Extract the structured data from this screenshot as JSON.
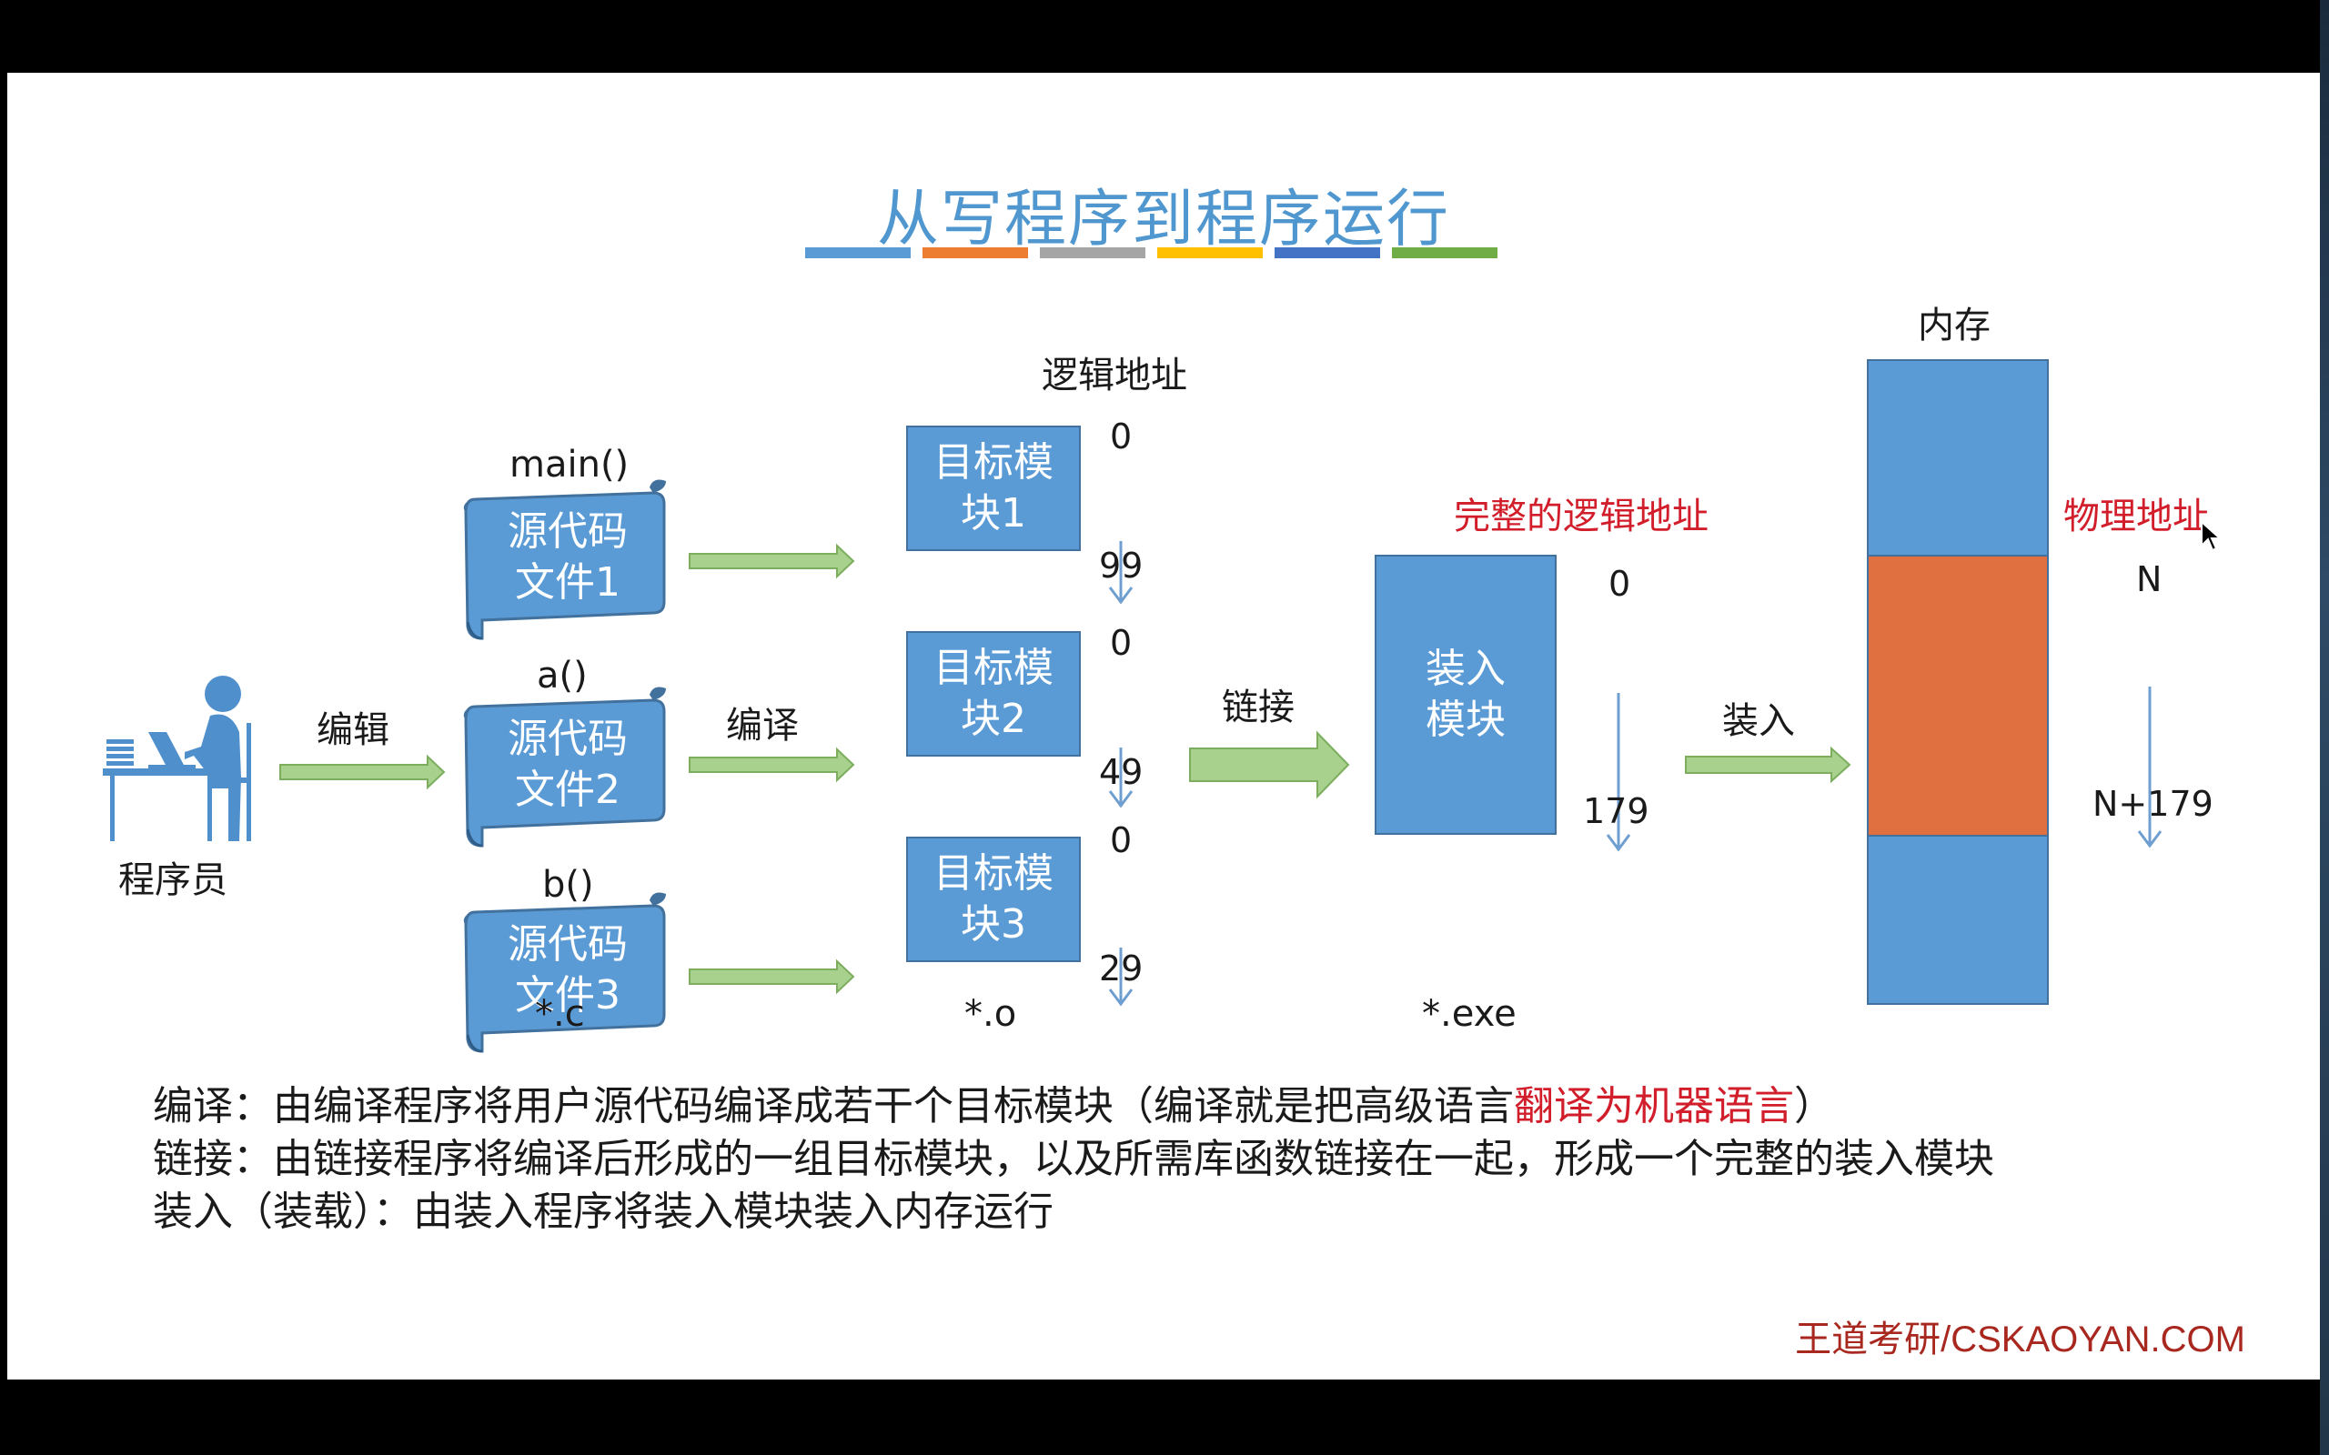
{
  "title": "从写程序到程序运行",
  "title_bar_colors": [
    "#5b9bd5",
    "#ed7d31",
    "#a5a5a5",
    "#ffc000",
    "#4472c4",
    "#70ad47"
  ],
  "programmer": {
    "label": "程序员",
    "icon": "programmer-icon"
  },
  "steps": {
    "edit": "编辑",
    "compile": "编译",
    "link": "链接",
    "load": "装入"
  },
  "functions": [
    "main()",
    "a()",
    "b()"
  ],
  "source_files": [
    "源代码\n文件1",
    "源代码\n文件2",
    "源代码\n文件3"
  ],
  "object_modules": [
    "目标模\n块1",
    "目标模\n块2",
    "目标模\n块3"
  ],
  "logical_address_header": "逻辑地址",
  "logical_ranges": [
    {
      "start": "0",
      "end": "99"
    },
    {
      "start": "0",
      "end": "49"
    },
    {
      "start": "0",
      "end": "29"
    }
  ],
  "extensions": {
    "source": "*.c",
    "object": "*.o",
    "exe": "*.exe"
  },
  "load_module": {
    "label": "装入\n模块",
    "header": "完整的逻辑地址",
    "start": "0",
    "end": "179"
  },
  "memory": {
    "header": "内存",
    "physical_header": "物理地址",
    "start": "N",
    "end": "N+179"
  },
  "descriptions": {
    "compile_prefix": "编译：由编译程序将用户源代码编译成若干个目标模块（编译就是把高级语言",
    "compile_highlight": "翻译为机器语言",
    "compile_suffix": "）",
    "link": "链接：由链接程序将编译后形成的一组目标模块，以及所需库函数链接在一起，形成一个完整的装入模块",
    "load": "装入（装载）：由装入程序将装入模块装入内存运行"
  },
  "watermark": "王道考研/CSKAOYAN.COM",
  "colors": {
    "box_blue": "#5b9bd5",
    "memory_orange": "#e07040",
    "arrow_green": "#a9d18e",
    "red_text": "#d21e2b"
  }
}
